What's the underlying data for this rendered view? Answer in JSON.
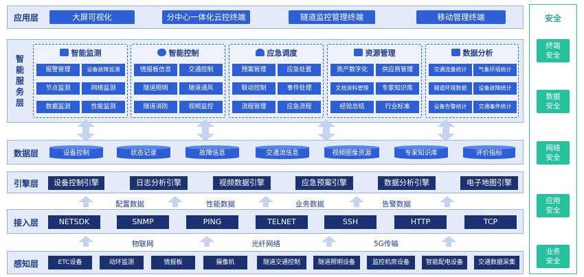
{
  "app_layer": {
    "label": "应用层",
    "items": [
      "大屏可视化",
      "分中心一体化云控终端",
      "隧道监控管理终端",
      "移动管理终端"
    ]
  },
  "service_layer": {
    "label": [
      "智",
      "能",
      "服",
      "务",
      "层"
    ],
    "modules": [
      {
        "title": "智能监测",
        "icon": "chart-icon",
        "cells": [
          "报警管理",
          "设备故障监测",
          "节点监测",
          "网络监测",
          "数据监测",
          "性能监测"
        ]
      },
      {
        "title": "智能控制",
        "icon": "controller-icon",
        "cells": [
          "情报板信息",
          "交通控制",
          "隧道照明",
          "隧道通风",
          "隧道消防",
          "视频监控"
        ]
      },
      {
        "title": "应急调度",
        "icon": "alarm-icon",
        "cells": [
          "预案管理",
          "应急处置",
          "联动控制",
          "事件处理",
          "流程管理",
          "应急流程"
        ]
      },
      {
        "title": "资源管理",
        "icon": "server-icon",
        "cells": [
          "资产数字化",
          "供应商管理",
          "文档资料管理",
          "专家知识库",
          "经验总结",
          "行业标准"
        ]
      },
      {
        "title": "数据分析",
        "icon": "analysis-icon",
        "cells": [
          "交通流量统计",
          "气象环境统计",
          "隧道环境数据",
          "设备故障统计",
          "设备告警统计",
          "交通事件统计"
        ]
      }
    ]
  },
  "data_layer": {
    "label": "数据层",
    "items": [
      "设备控制",
      "状态记录",
      "故障信息",
      "交通流信息",
      "视频图像资源",
      "专家知识库",
      "评价指标"
    ]
  },
  "engine_layer": {
    "label": "引擎层",
    "items": [
      "设备控制引擎",
      "日志分析引擎",
      "视频数据引擎",
      "应急预案引擎",
      "数据分析引擎",
      "电子地图引擎"
    ]
  },
  "engine_links": [
    "配置数据",
    "性能数据",
    "业务数据",
    "告警数据"
  ],
  "access_layer": {
    "label": "接入层",
    "items": [
      "NETSDK",
      "SNMP",
      "PING",
      "TELNET",
      "SSH",
      "HTTP",
      "TCP"
    ]
  },
  "access_links": [
    "物联网",
    "光纤网络",
    "5G传输"
  ],
  "perception_layer": {
    "label": "感知层",
    "items": [
      "ETC设备",
      "动环监测",
      "情报板",
      "摄像机",
      "隧道交通控制",
      "隧道照明设备",
      "监控机房设备",
      "智能配电设备",
      "交通数据采集"
    ]
  },
  "security": {
    "title": "安全",
    "items": [
      [
        "终端",
        "安全"
      ],
      [
        "数据",
        "安全"
      ],
      [
        "网络",
        "安全"
      ],
      [
        "应用",
        "安全"
      ],
      [
        "业务",
        "安全"
      ]
    ]
  },
  "colors": {
    "primary_blue": "#2d5ed6",
    "dark_blue": "#1c3270",
    "layer_bg": "#e3ebf8",
    "security_green": "#25c09c"
  }
}
